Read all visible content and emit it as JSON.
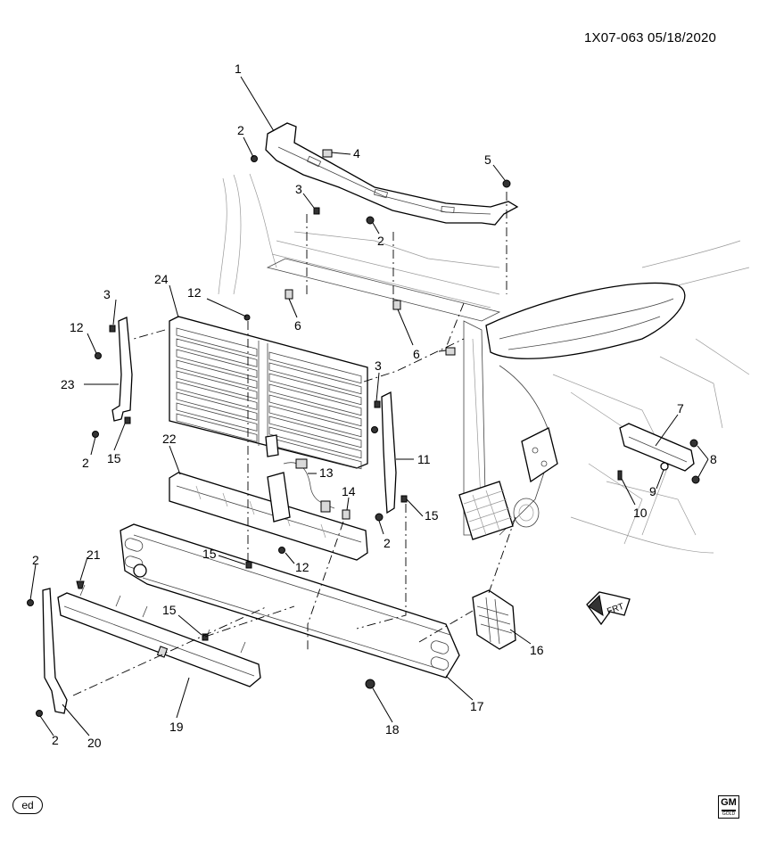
{
  "header": {
    "code": "1X07-063  05/18/2020"
  },
  "direction_label": "FRT",
  "badge": "ed",
  "logo": {
    "text": "GM",
    "subtext": "GOLD"
  },
  "callouts": {
    "c1": "1",
    "c2a": "2",
    "c2b": "2",
    "c2c": "2",
    "c2d": "2",
    "c2e": "2",
    "c2f": "2",
    "c3a": "3",
    "c3b": "3",
    "c3c": "3",
    "c4": "4",
    "c5": "5",
    "c6a": "6",
    "c6b": "6",
    "c7": "7",
    "c8": "8",
    "c9": "9",
    "c10": "10",
    "c11": "11",
    "c12a": "12",
    "c12b": "12",
    "c12c": "12",
    "c13": "13",
    "c14": "14",
    "c15a": "15",
    "c15b": "15",
    "c15c": "15",
    "c15d": "15",
    "c16": "16",
    "c17": "17",
    "c18": "18",
    "c19": "19",
    "c20": "20",
    "c21": "21",
    "c22": "22",
    "c23": "23",
    "c24": "24"
  }
}
